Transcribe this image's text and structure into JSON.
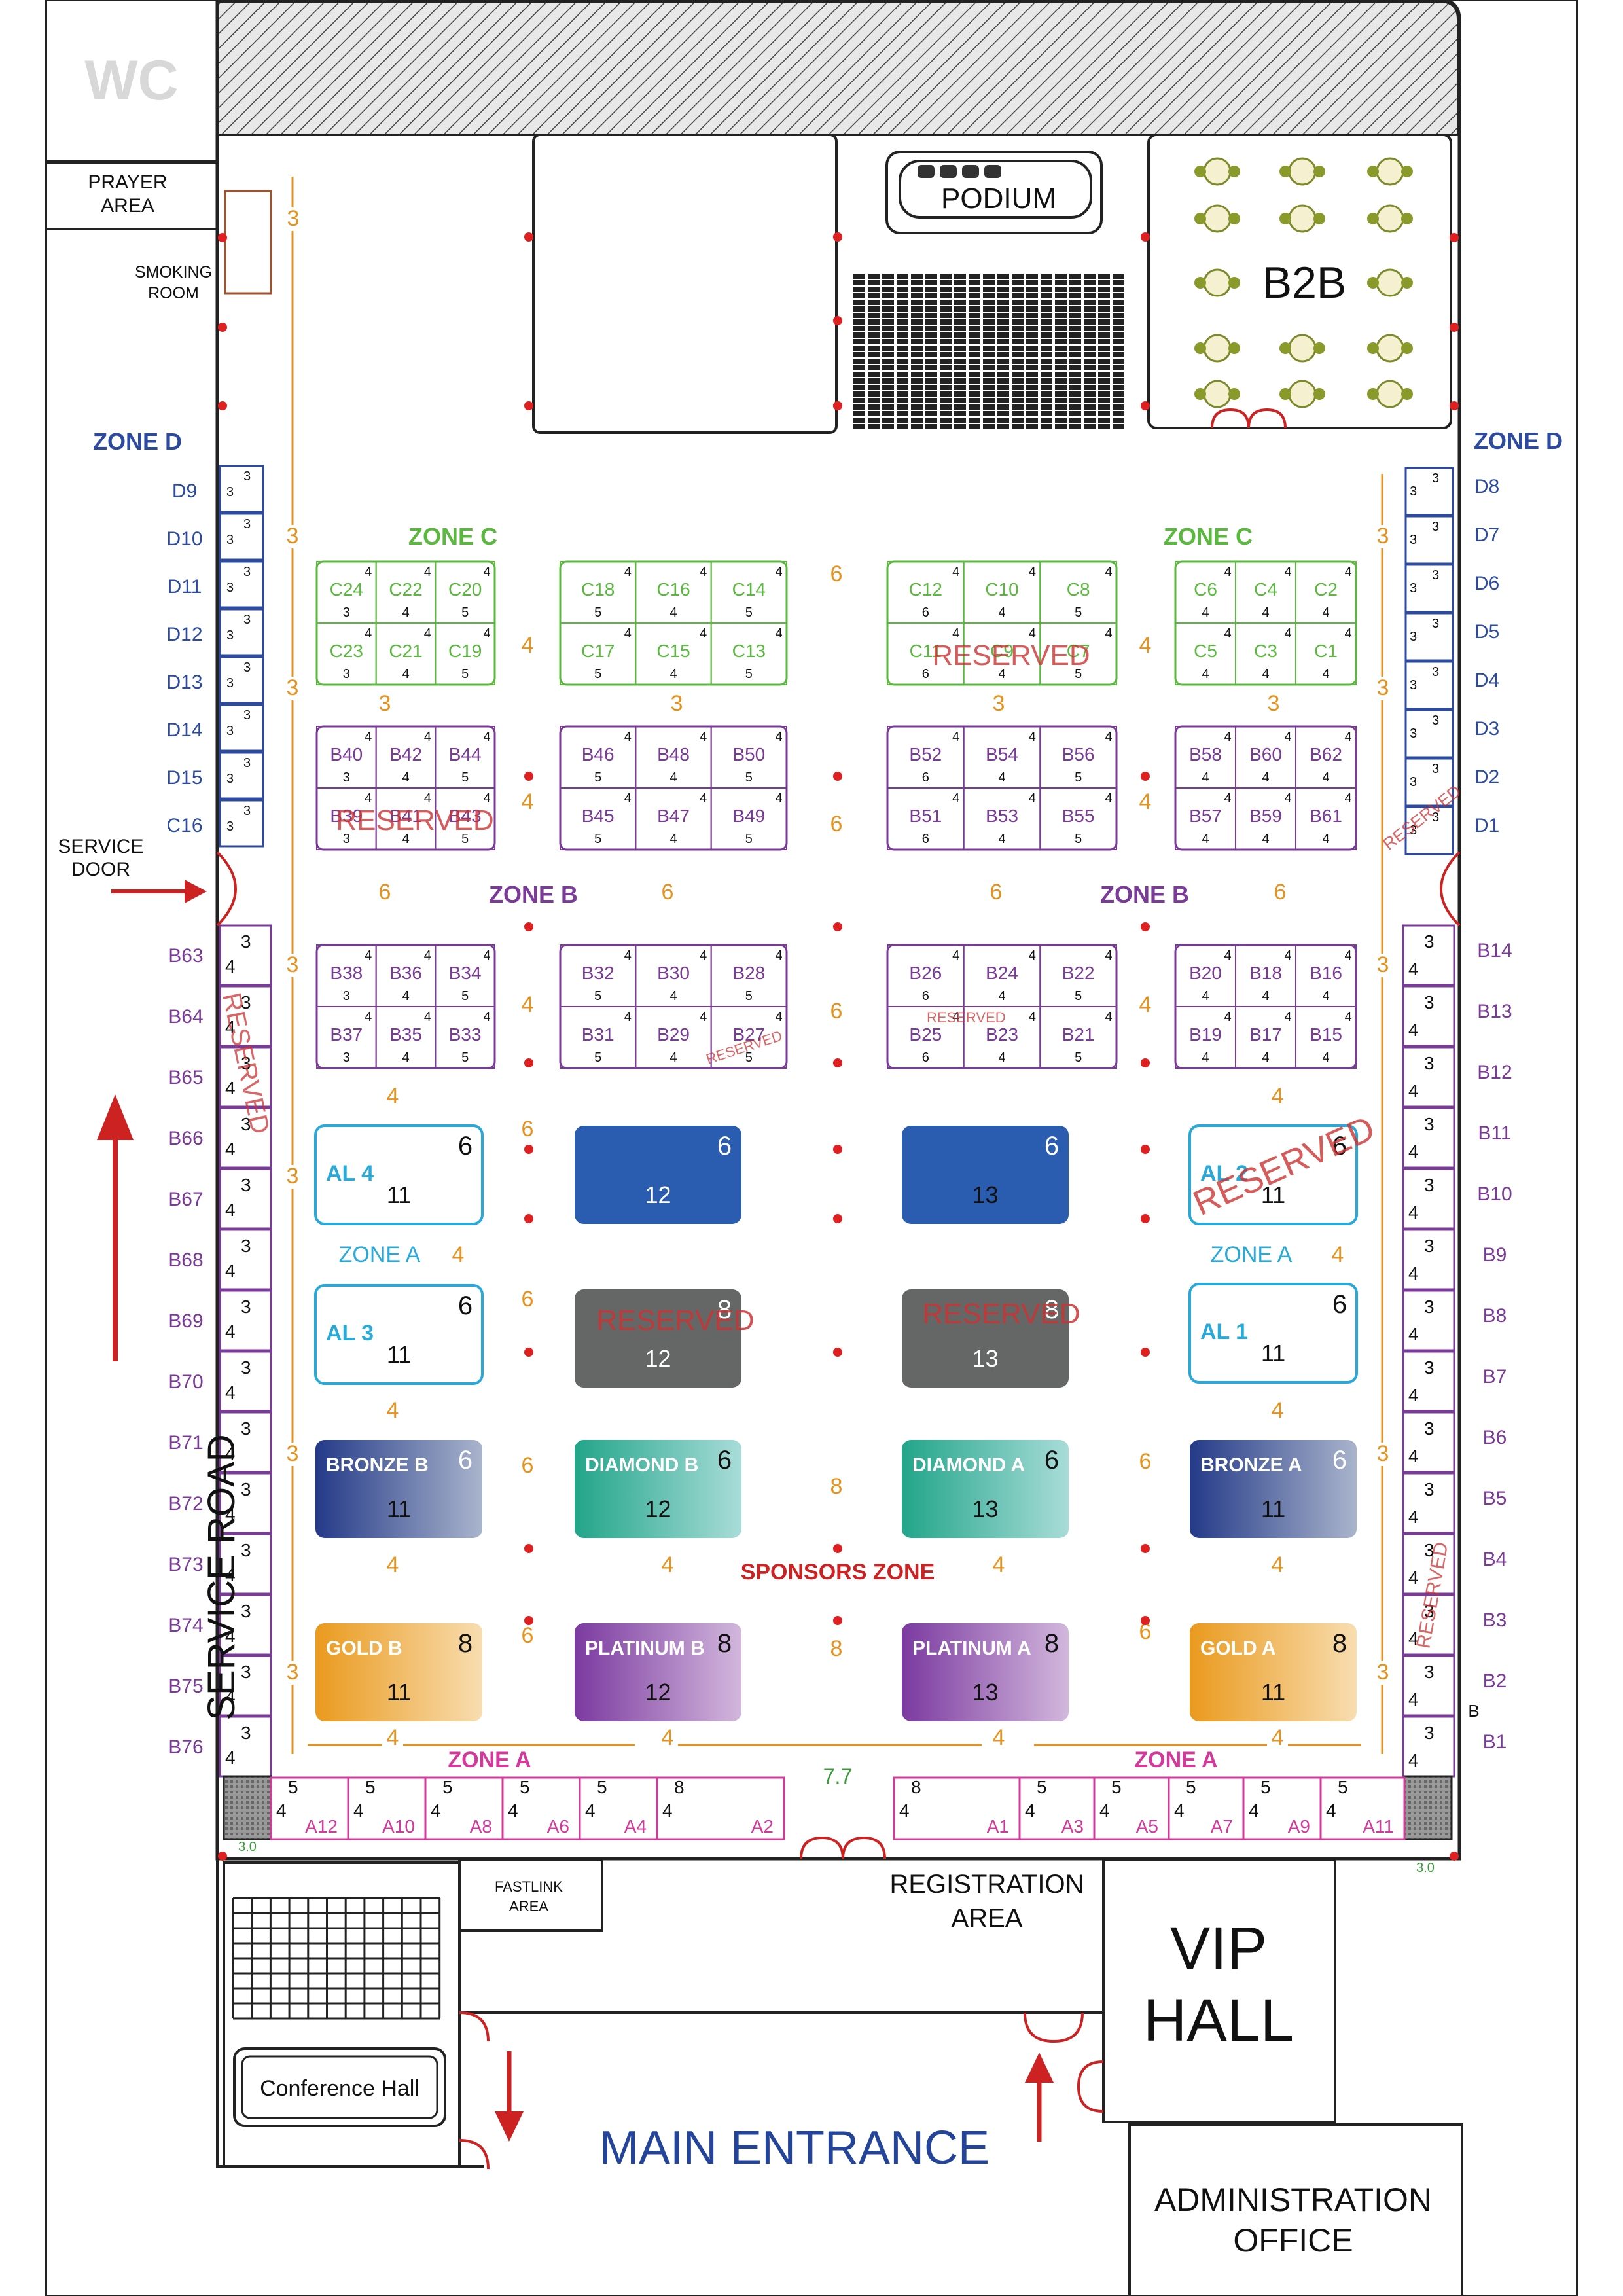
{
  "labels": {
    "wc": "WC",
    "prayer_area": [
      "PRAYER",
      "AREA"
    ],
    "smoking_room": [
      "SMOKING",
      "ROOM"
    ],
    "podium": "PODIUM",
    "b2b": "B2B",
    "service_door": [
      "SERVICE",
      "DOOR"
    ],
    "service_road": "SERVICE ROAD",
    "sponsors_zone": "SPONSORS ZONE",
    "fastlink_area": [
      "FASTLINK",
      "AREA"
    ],
    "registration_area": [
      "REGISTRATION",
      "AREA"
    ],
    "vip_hall": [
      "VIP",
      "HALL"
    ],
    "conference_hall": "Conference Hall",
    "main_entrance": "MAIN ENTRANCE",
    "administration_office": [
      "ADMINISTRATION",
      "OFFICE"
    ],
    "reserved": "RESERVED",
    "dim_label": "7.7",
    "side_b": "B",
    "width_mark": "3.0"
  },
  "zone_titles": {
    "zone_d": "ZONE D",
    "zone_c": "ZONE C",
    "zone_b": "ZONE B",
    "zone_a": "ZONE A"
  },
  "colors": {
    "zone_a": "#d2399a",
    "zone_b": "#7a3a98",
    "zone_c": "#5bb83e",
    "zone_d": "#2b4aa0",
    "al": "#29a9d9",
    "aisle": "#e6921e",
    "reserved": "#cc3333",
    "pillar": "#e02020",
    "navy": "#24449a"
  },
  "zone_d_left": [
    {
      "id": "D9",
      "w": "3",
      "d": "3"
    },
    {
      "id": "D10",
      "w": "3",
      "d": "3"
    },
    {
      "id": "D11",
      "w": "3",
      "d": "3"
    },
    {
      "id": "D12",
      "w": "3",
      "d": "3"
    },
    {
      "id": "D13",
      "w": "3",
      "d": "3"
    },
    {
      "id": "D14",
      "w": "3",
      "d": "3"
    },
    {
      "id": "D15",
      "w": "3",
      "d": "3"
    },
    {
      "id": "C16",
      "w": "3",
      "d": "3"
    }
  ],
  "zone_d_right": [
    {
      "id": "D8",
      "w": "3",
      "d": "3"
    },
    {
      "id": "D7",
      "w": "3",
      "d": "3"
    },
    {
      "id": "D6",
      "w": "3",
      "d": "3"
    },
    {
      "id": "D5",
      "w": "3",
      "d": "3"
    },
    {
      "id": "D4",
      "w": "3",
      "d": "3"
    },
    {
      "id": "D3",
      "w": "3",
      "d": "3"
    },
    {
      "id": "D2",
      "w": "3",
      "d": "3"
    },
    {
      "id": "D1",
      "w": "3",
      "d": "3"
    }
  ],
  "zone_b_left": [
    "B63",
    "B64",
    "B65",
    "B66",
    "B67",
    "B68",
    "B69",
    "B70",
    "B71",
    "B72",
    "B73",
    "B74",
    "B75",
    "B76"
  ],
  "zone_b_right": [
    "B14",
    "B13",
    "B12",
    "B11",
    "B10",
    "B9",
    "B8",
    "B7",
    "B6",
    "B5",
    "B4",
    "B3",
    "B2",
    "B1"
  ],
  "side_booth_dims": {
    "top": "3",
    "side": "4"
  },
  "zone_c_islands": [
    {
      "top": [
        [
          "C24",
          "4",
          "3"
        ],
        [
          "C22",
          "4",
          "4"
        ],
        [
          "C20",
          "4",
          "5"
        ]
      ],
      "bottom": [
        [
          "C23",
          "4",
          "3"
        ],
        [
          "C21",
          "4",
          "4"
        ],
        [
          "C19",
          "4",
          "5"
        ]
      ]
    },
    {
      "top": [
        [
          "C18",
          "4",
          "5"
        ],
        [
          "C16",
          "4",
          "4"
        ],
        [
          "C14",
          "4",
          "5"
        ]
      ],
      "bottom": [
        [
          "C17",
          "4",
          "5"
        ],
        [
          "C15",
          "4",
          "4"
        ],
        [
          "C13",
          "4",
          "5"
        ]
      ]
    },
    {
      "top": [
        [
          "C12",
          "4",
          "6"
        ],
        [
          "C10",
          "4",
          "4"
        ],
        [
          "C8",
          "4",
          "5"
        ]
      ],
      "bottom": [
        [
          "C11",
          "4",
          "6"
        ],
        [
          "C9",
          "4",
          "4"
        ],
        [
          "C7",
          "4",
          "5"
        ]
      ],
      "reserved": true
    },
    {
      "top": [
        [
          "C6",
          "4",
          "4"
        ],
        [
          "C4",
          "4",
          "4"
        ],
        [
          "C2",
          "4",
          "4"
        ]
      ],
      "bottom": [
        [
          "C5",
          "4",
          "4"
        ],
        [
          "C3",
          "4",
          "4"
        ],
        [
          "C1",
          "4",
          "4"
        ]
      ]
    }
  ],
  "zone_b_islands_row1": [
    {
      "top": [
        [
          "B40",
          "4",
          "3"
        ],
        [
          "B42",
          "4",
          "4"
        ],
        [
          "B44",
          "4",
          "5"
        ]
      ],
      "bottom": [
        [
          "B39",
          "4",
          "3"
        ],
        [
          "B41",
          "4",
          "4"
        ],
        [
          "B43",
          "4",
          "5"
        ]
      ],
      "reserved": true
    },
    {
      "top": [
        [
          "B46",
          "4",
          "5"
        ],
        [
          "B48",
          "4",
          "4"
        ],
        [
          "B50",
          "4",
          "5"
        ]
      ],
      "bottom": [
        [
          "B45",
          "4",
          "5"
        ],
        [
          "B47",
          "4",
          "4"
        ],
        [
          "B49",
          "4",
          "5"
        ]
      ]
    },
    {
      "top": [
        [
          "B52",
          "4",
          "6"
        ],
        [
          "B54",
          "4",
          "4"
        ],
        [
          "B56",
          "4",
          "5"
        ]
      ],
      "bottom": [
        [
          "B51",
          "4",
          "6"
        ],
        [
          "B53",
          "4",
          "4"
        ],
        [
          "B55",
          "4",
          "5"
        ]
      ]
    },
    {
      "top": [
        [
          "B58",
          "4",
          "4"
        ],
        [
          "B60",
          "4",
          "4"
        ],
        [
          "B62",
          "4",
          "4"
        ]
      ],
      "bottom": [
        [
          "B57",
          "4",
          "4"
        ],
        [
          "B59",
          "4",
          "4"
        ],
        [
          "B61",
          "4",
          "4"
        ]
      ]
    }
  ],
  "zone_b_islands_row2": [
    {
      "top": [
        [
          "B38",
          "4",
          "3"
        ],
        [
          "B36",
          "4",
          "4"
        ],
        [
          "B34",
          "4",
          "5"
        ]
      ],
      "bottom": [
        [
          "B37",
          "4",
          "3"
        ],
        [
          "B35",
          "4",
          "4"
        ],
        [
          "B33",
          "4",
          "5"
        ]
      ]
    },
    {
      "top": [
        [
          "B32",
          "4",
          "5"
        ],
        [
          "B30",
          "4",
          "4"
        ],
        [
          "B28",
          "4",
          "5"
        ]
      ],
      "bottom": [
        [
          "B31",
          "4",
          "5"
        ],
        [
          "B29",
          "4",
          "4"
        ],
        [
          "B27",
          "4",
          "5"
        ]
      ]
    },
    {
      "top": [
        [
          "B26",
          "4",
          "6"
        ],
        [
          "B24",
          "4",
          "4"
        ],
        [
          "B22",
          "4",
          "5"
        ]
      ],
      "bottom": [
        [
          "B25",
          "4",
          "6"
        ],
        [
          "B23",
          "4",
          "4"
        ],
        [
          "B21",
          "4",
          "5"
        ]
      ]
    },
    {
      "top": [
        [
          "B20",
          "4",
          "4"
        ],
        [
          "B18",
          "4",
          "4"
        ],
        [
          "B16",
          "4",
          "4"
        ]
      ],
      "bottom": [
        [
          "B19",
          "4",
          "4"
        ],
        [
          "B17",
          "4",
          "4"
        ],
        [
          "B15",
          "4",
          "4"
        ]
      ]
    }
  ],
  "big_booths": {
    "al4": {
      "name": "AL 4",
      "w": "6",
      "d": "11"
    },
    "al2": {
      "name": "AL 2",
      "w": "6",
      "d": "11"
    },
    "al3": {
      "name": "AL 3",
      "w": "6",
      "d": "11"
    },
    "al1": {
      "name": "AL 1",
      "w": "6",
      "d": "11"
    },
    "blue12": {
      "name": "",
      "w": "6",
      "d": "12"
    },
    "blue13": {
      "name": "",
      "w": "6",
      "d": "13"
    },
    "grey12": {
      "name": "",
      "w": "8",
      "d": "12"
    },
    "grey13": {
      "name": "",
      "w": "8",
      "d": "13"
    },
    "bronze_b": {
      "name": "BRONZE B",
      "w": "6",
      "d": "11"
    },
    "diamond_b": {
      "name": "DIAMOND B",
      "w": "6",
      "d": "12"
    },
    "diamond_a": {
      "name": "DIAMOND A",
      "w": "6",
      "d": "13"
    },
    "bronze_a": {
      "name": "BRONZE A",
      "w": "6",
      "d": "11"
    },
    "gold_b": {
      "name": "GOLD B",
      "w": "8",
      "d": "11"
    },
    "platinum_b": {
      "name": "PLATINUM B",
      "w": "8",
      "d": "12"
    },
    "platinum_a": {
      "name": "PLATINUM A",
      "w": "8",
      "d": "13"
    },
    "gold_a": {
      "name": "GOLD A",
      "w": "8",
      "d": "11"
    }
  },
  "zone_a_bottom_left": [
    {
      "id": "A12",
      "d": "4",
      "w": "5"
    },
    {
      "id": "A10",
      "d": "4",
      "w": "5"
    },
    {
      "id": "A8",
      "d": "4",
      "w": "5"
    },
    {
      "id": "A6",
      "d": "4",
      "w": "5"
    },
    {
      "id": "A4",
      "d": "4",
      "w": "5"
    },
    {
      "id": "A2",
      "d": "4",
      "w": "8"
    }
  ],
  "zone_a_bottom_right": [
    {
      "id": "A1",
      "d": "4",
      "w": "8"
    },
    {
      "id": "A3",
      "d": "4",
      "w": "5"
    },
    {
      "id": "A5",
      "d": "4",
      "w": "5"
    },
    {
      "id": "A7",
      "d": "4",
      "w": "5"
    },
    {
      "id": "A9",
      "d": "4",
      "w": "5"
    },
    {
      "id": "A11",
      "d": "4",
      "w": "5"
    }
  ],
  "aisles": {
    "a3": "3",
    "a4": "4",
    "a6": "6",
    "a8": "8"
  }
}
